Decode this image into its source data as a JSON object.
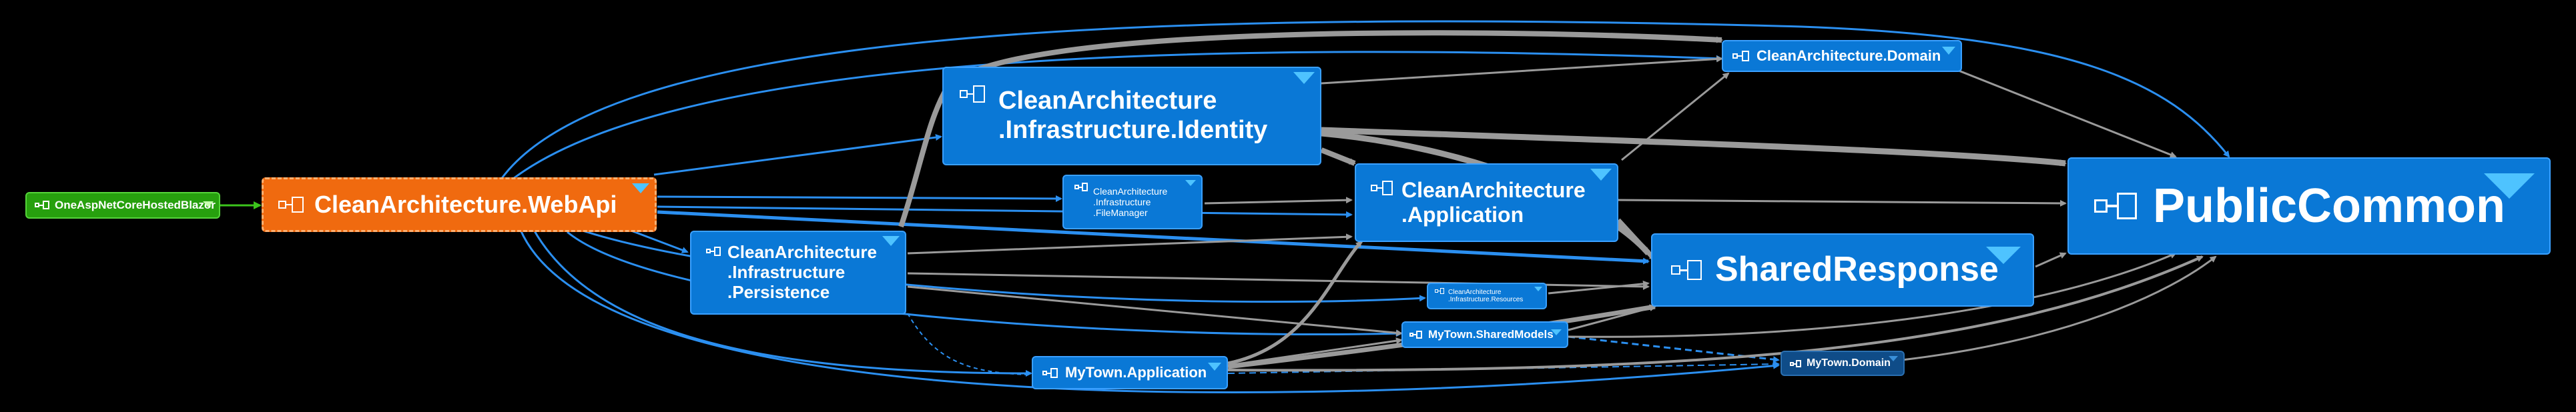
{
  "diagram": {
    "type": "dependency-graph",
    "background": "#000000",
    "colors": {
      "node_default": "#0a78d6",
      "node_root": "#f06a0f",
      "node_client": "#27a00e",
      "node_leaf_dark": "#0f4c88",
      "edge_selected": "#2b8ff0",
      "edge_default": "#9a9a9a"
    },
    "nodes": {
      "blazor": {
        "label": "OneAspNetCoreHostedBlazor",
        "icon": "assembly-icon"
      },
      "webapi": {
        "label": "CleanArchitecture.WebApi",
        "icon": "assembly-icon"
      },
      "identity": {
        "label": "CleanArchitecture\n.Infrastructure.Identity",
        "icon": "assembly-icon"
      },
      "filemanager": {
        "label": "CleanArchitecture\n.Infrastructure\n.FileManager",
        "icon": "assembly-icon"
      },
      "persistence": {
        "label": "CleanArchitecture\n.Infrastructure\n.Persistence",
        "icon": "assembly-icon"
      },
      "application": {
        "label": "CleanArchitecture\n.Application",
        "icon": "assembly-icon"
      },
      "domain": {
        "label": "CleanArchitecture.Domain",
        "icon": "assembly-icon"
      },
      "resources": {
        "label": "CleanArchitecture\n.Infrastructure.Resources",
        "icon": "assembly-icon"
      },
      "sharedmodels": {
        "label": "MyTown.SharedModels",
        "icon": "assembly-icon"
      },
      "mytownapp": {
        "label": "MyTown.Application",
        "icon": "assembly-icon"
      },
      "mytowndomain": {
        "label": "MyTown.Domain",
        "icon": "assembly-icon"
      },
      "sharedresponse": {
        "label": "SharedResponse",
        "icon": "assembly-icon"
      },
      "publiccommon": {
        "label": "PublicCommon",
        "icon": "assembly-icon"
      }
    }
  }
}
